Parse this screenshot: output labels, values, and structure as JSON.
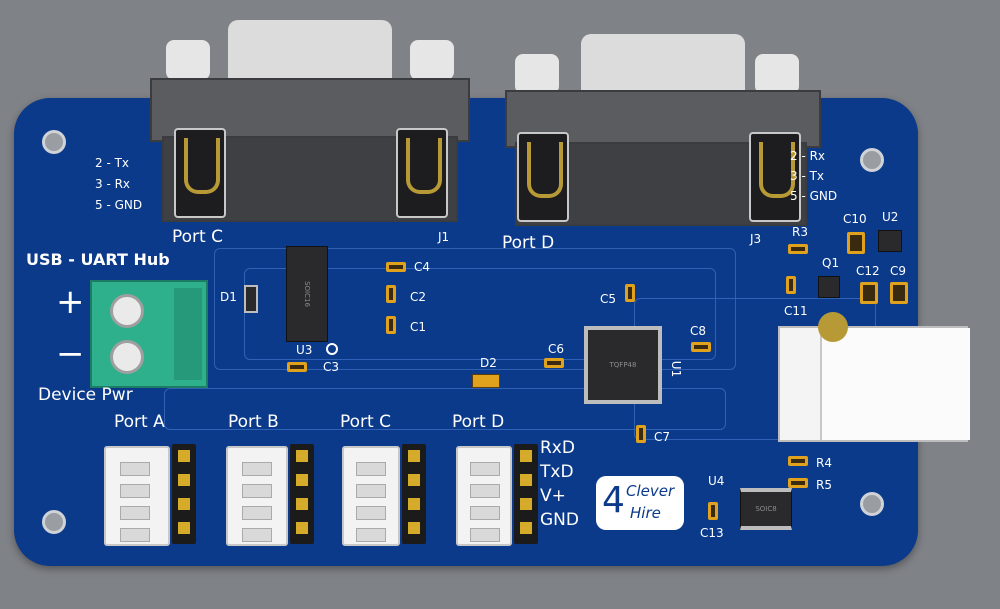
{
  "board": {
    "title": "USB - UART Hub",
    "device_power": "Device Pwr",
    "plus": "+",
    "minus": "−"
  },
  "db9_left": {
    "name": "Port C",
    "ref": "J1",
    "pins": [
      "2 - Tx",
      "3 - Rx",
      "5 - GND"
    ]
  },
  "db9_right": {
    "name": "Port D",
    "ref": "J3",
    "pins": [
      "2 - Rx",
      "3 - Tx",
      "5 - GND"
    ]
  },
  "ports": [
    {
      "label": "Port A"
    },
    {
      "label": "Port B"
    },
    {
      "label": "Port C"
    },
    {
      "label": "Port D"
    }
  ],
  "pin_labels": [
    "RxD",
    "TxD",
    "V+",
    "GND"
  ],
  "components": {
    "d1": "D1",
    "d2": "D2",
    "u1": "U1",
    "u2": "U2",
    "u3": "U3",
    "u4": "U4",
    "q1": "Q1",
    "r3": "R3",
    "r4": "R4",
    "r5": "R5",
    "c1": "C1",
    "c2": "C2",
    "c3": "C3",
    "c4": "C4",
    "c5": "C5",
    "c6": "C6",
    "c7": "C7",
    "c8": "C8",
    "c9": "C9",
    "c10": "C10",
    "c11": "C11",
    "c12": "C12",
    "c13": "C13"
  },
  "ic_marks": {
    "u3": "SOIC16",
    "u1": "TQFP48",
    "u4": "SOIC8"
  },
  "logo": {
    "digit": "4",
    "line1": "Clever",
    "line2": "Hire"
  },
  "colors": {
    "pcb": "#0b3a8a",
    "silkscreen": "#ffffff",
    "gold": "#d7ab2a",
    "terminal_block": "#2fb08d",
    "background": "#7f8287"
  }
}
